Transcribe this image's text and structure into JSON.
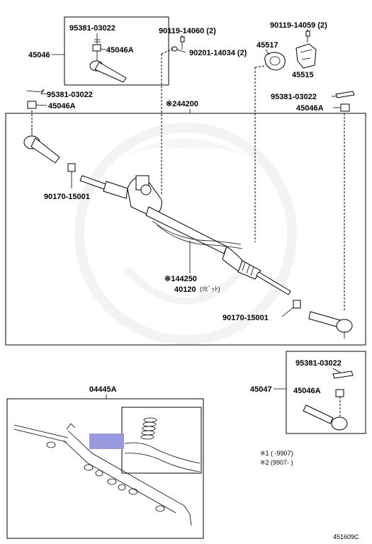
{
  "labels": {
    "p95381_tl": "95381-03022",
    "p45046_box": "45046",
    "p45046a_tl": "45046A",
    "p90119_14060": "90119-14060 (2)",
    "p90201": "90201-14034 (2)",
    "p90119_14059": "90119-14059 (2)",
    "p45517": "45517",
    "p45515": "45515",
    "p95381_ml": "95381-03022",
    "p45046a_ml": "45046A",
    "p95381_mr": "95381-03022",
    "p45046a_mr": "45046A",
    "p44200": "※244200",
    "p90170_l": "90170-15001",
    "p144250": "※144250",
    "p40120": "40120",
    "p40120_note": "(ﾘﾋﾞｯﾄ)",
    "p90170_r": "90170-15001",
    "p95381_br": "95381-03022",
    "p45047": "45047",
    "p45046a_br": "45046A",
    "p04445a": "04445A"
  },
  "notes": {
    "n1": "※1 (      -9907)",
    "n2": "※2 (9907-      )"
  },
  "diagram_code": "451609C",
  "colors": {
    "highlight": "#9999dd",
    "line": "#000000",
    "watermark": "#e8e8e8"
  }
}
